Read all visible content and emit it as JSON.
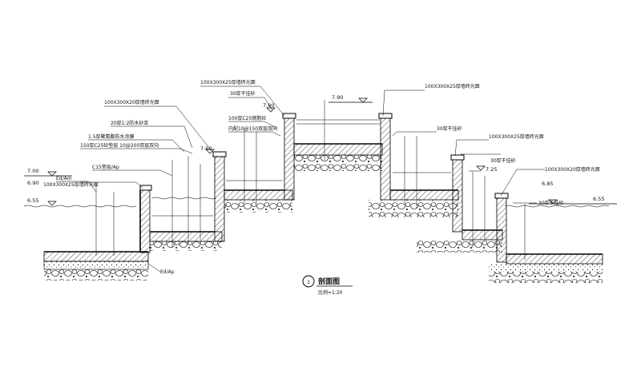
{
  "title": {
    "number": "1",
    "label": "剖面图",
    "scale": "比例=1:20"
  },
  "levels": [
    {
      "id": "l-700-left",
      "text": "7.00"
    },
    {
      "id": "l-690-left",
      "text": "6.90"
    },
    {
      "id": "l-655-left",
      "text": "6.55"
    },
    {
      "id": "l-760",
      "text": "7.60"
    },
    {
      "id": "l-790",
      "text": "7.90"
    },
    {
      "id": "l-790b",
      "text": "7.90"
    },
    {
      "id": "l-725",
      "text": "7.25"
    },
    {
      "id": "l-685",
      "text": "6.85"
    },
    {
      "id": "l-655-right",
      "text": "6.55"
    }
  ],
  "annotations": [
    {
      "id": "a1",
      "text": "100X300X25厚墙砖光面"
    },
    {
      "id": "a2",
      "text": "30厚干挂砂"
    },
    {
      "id": "a3",
      "text": "100X300X20厚墙砖光面"
    },
    {
      "id": "a4",
      "text": "20厚1:2防水砂浆"
    },
    {
      "id": "a5",
      "text": "100厚C25钢筋砼"
    },
    {
      "id": "a6",
      "text": "内配10@150双层双向"
    },
    {
      "id": "a7",
      "text": "1.5厚聚氨酯防水涂膜"
    },
    {
      "id": "a8",
      "text": "150厚C25砼垫层 10@200双层双向"
    },
    {
      "id": "a9",
      "text": "C15垫层/Ap"
    },
    {
      "id": "a10",
      "text": "Ed/Am"
    },
    {
      "id": "a11",
      "text": "100X300X25厚墙砖光面"
    },
    {
      "id": "a12",
      "text": "100X300X25厚墙砖光面"
    },
    {
      "id": "a13",
      "text": "30厚干挂砂"
    },
    {
      "id": "a14",
      "text": "100X300X25厚墙砖光面"
    },
    {
      "id": "a15",
      "text": "30厚干挂砂"
    },
    {
      "id": "a16",
      "text": "100X300X20厚墙砖光面"
    },
    {
      "id": "a17",
      "text": "30厚干挂砂"
    },
    {
      "id": "a18",
      "text": "Ed/Ap"
    }
  ]
}
